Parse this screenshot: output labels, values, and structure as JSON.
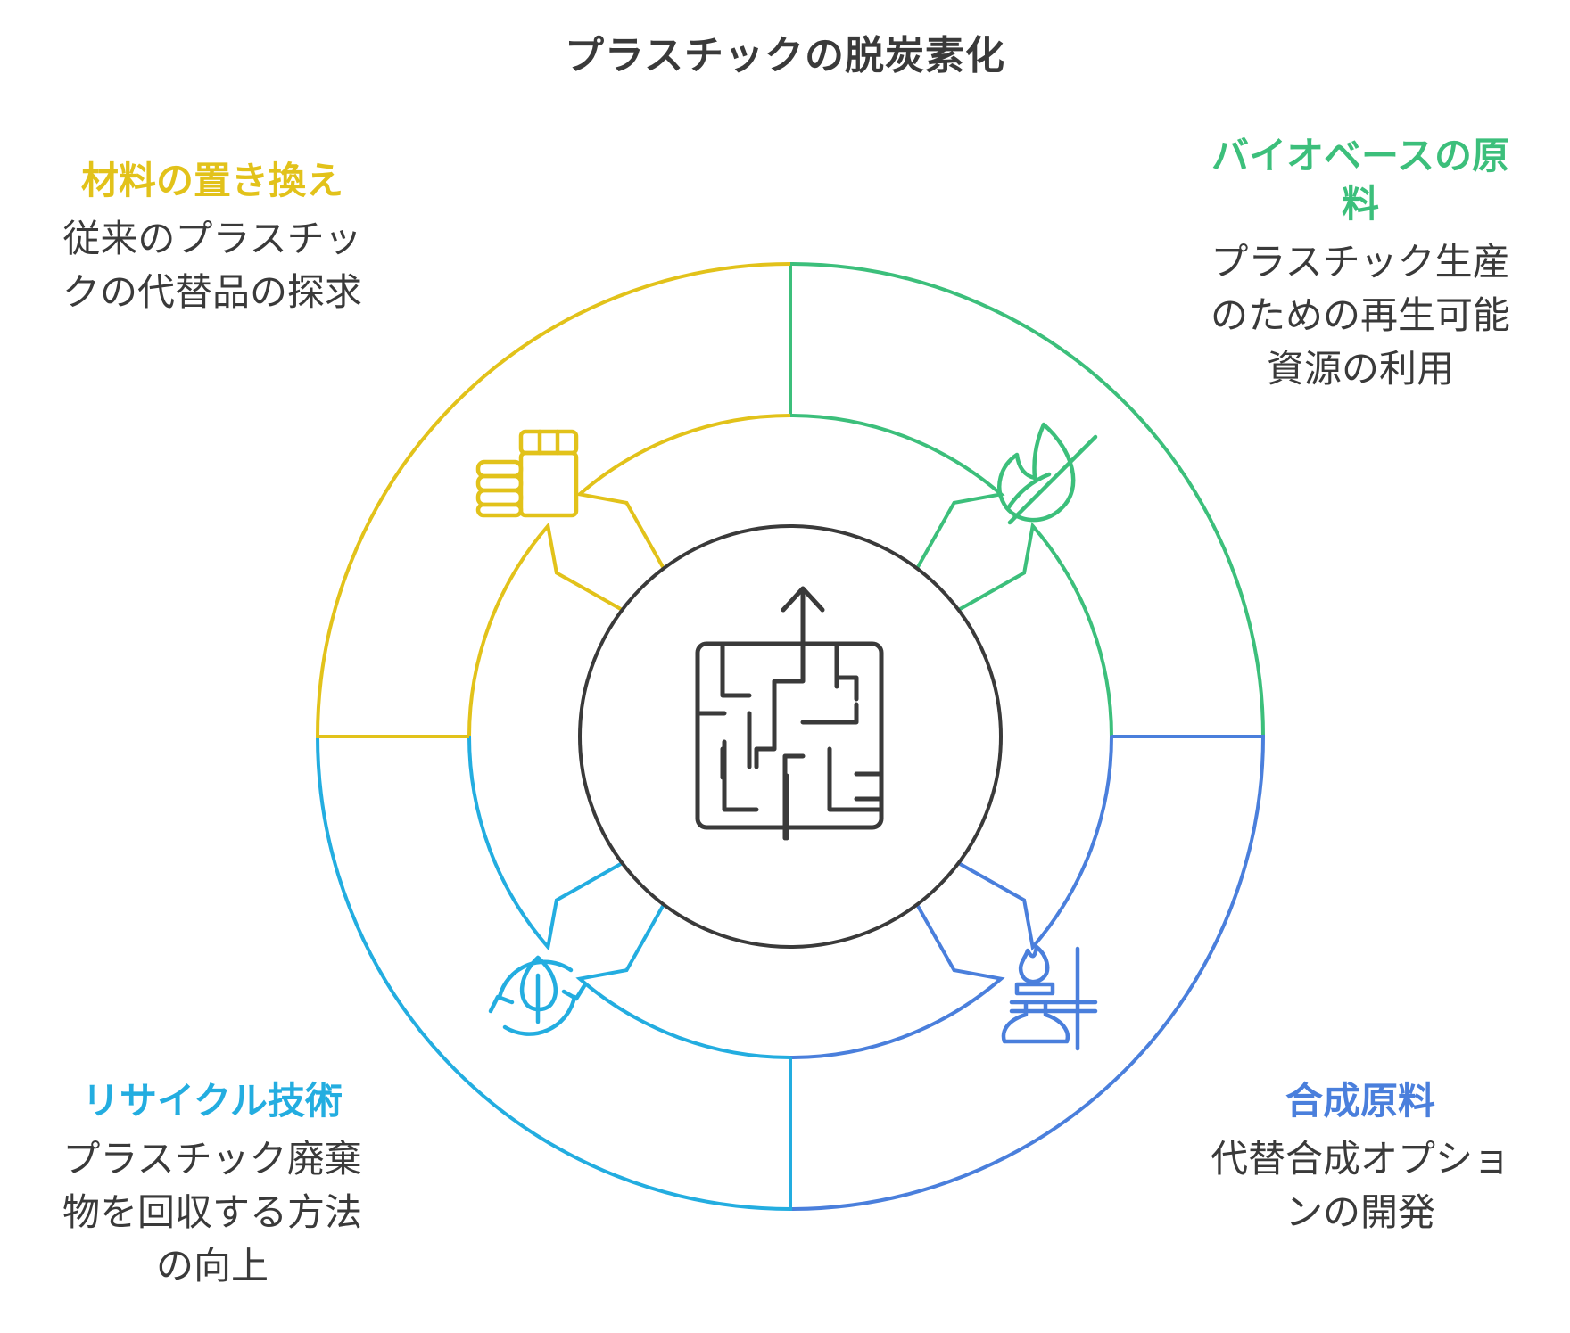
{
  "title": "プラスチックの脱炭素化",
  "colors": {
    "yellow": "#e2c21a",
    "green": "#3cbf7b",
    "cyan": "#23ade0",
    "blue": "#4a7fdc",
    "center": "#3a3a3a"
  },
  "center": {
    "icon": "maze-icon"
  },
  "quadrants": [
    {
      "id": "tl",
      "heading": "材料の置き換え",
      "desc_lines": [
        "従来のプラスチッ",
        "クの代替品の探求"
      ],
      "icon": "stacked-materials-icon",
      "color": "#e2c21a"
    },
    {
      "id": "tr",
      "heading_lines": [
        "バイオベースの原",
        "料"
      ],
      "desc_lines": [
        "プラスチック生産",
        "のための再生可能",
        "資源の利用"
      ],
      "icon": "no-fossil-flame-icon",
      "color": "#3cbf7b"
    },
    {
      "id": "bl",
      "heading": "リサイクル技術",
      "desc_lines": [
        "プラスチック廃棄",
        "物を回収する方法",
        "の向上"
      ],
      "icon": "recycle-leaf-icon",
      "color": "#23ade0"
    },
    {
      "id": "br",
      "heading": "合成原料",
      "desc_lines": [
        "代替合成オプショ",
        "ンの開発"
      ],
      "icon": "lab-burner-icon",
      "color": "#4a7fdc"
    }
  ]
}
